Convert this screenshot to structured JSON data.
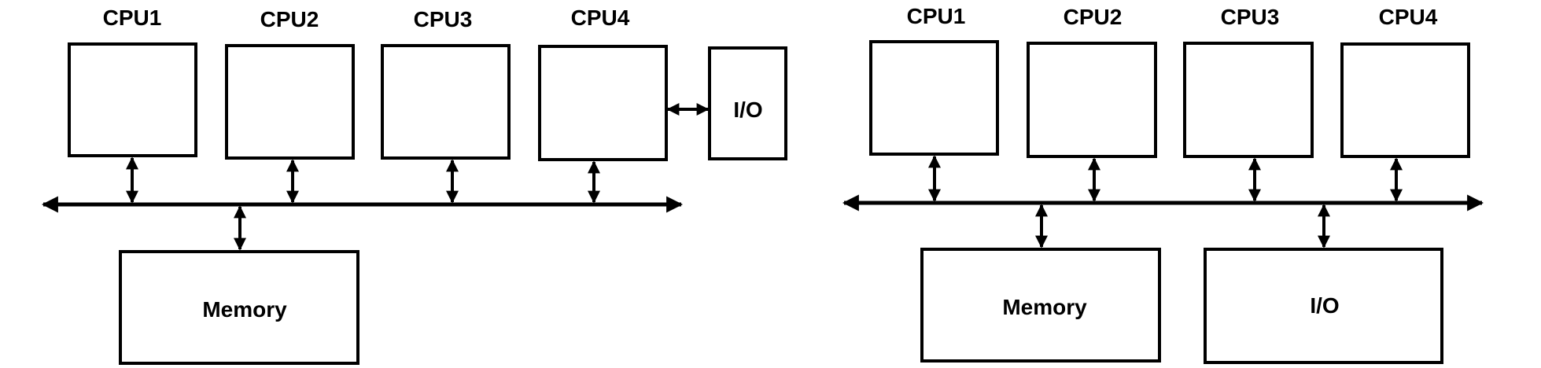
{
  "left_diagram": {
    "cpus": [
      "CPU1",
      "CPU2",
      "CPU3",
      "CPU4"
    ],
    "memory_label": "Memory",
    "io_label": "I/O"
  },
  "right_diagram": {
    "cpus": [
      "CPU1",
      "CPU2",
      "CPU3",
      "CPU4"
    ],
    "memory_label": "Memory",
    "io_label": "I/O"
  },
  "colors": {
    "stroke": "#000000",
    "fill": "#ffffff",
    "background": "#ffffff"
  }
}
